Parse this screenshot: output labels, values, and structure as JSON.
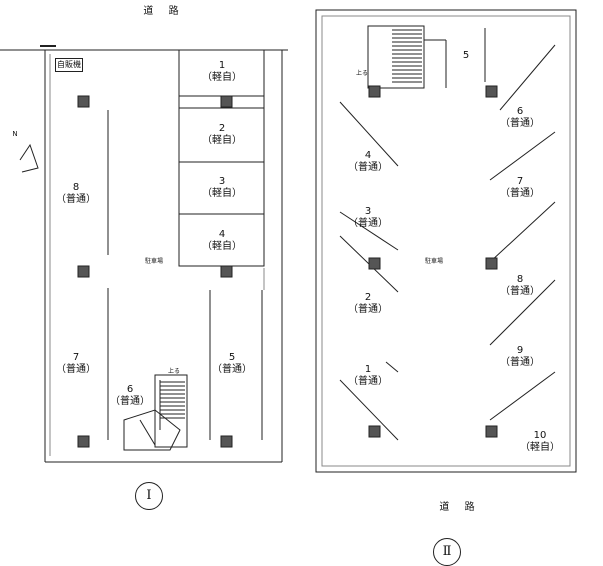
{
  "plan1": {
    "road": "道 路",
    "vending": "自販機",
    "lot_label": "駐車場",
    "stair_label": "上る",
    "roman": "Ⅰ",
    "spaces": [
      {
        "num": "1",
        "type": "（軽自）"
      },
      {
        "num": "2",
        "type": "（軽自）"
      },
      {
        "num": "3",
        "type": "（軽自）"
      },
      {
        "num": "4",
        "type": "（軽自）"
      },
      {
        "num": "5",
        "type": "（普通）"
      },
      {
        "num": "6",
        "type": "（普通）"
      },
      {
        "num": "7",
        "type": "（普通）"
      },
      {
        "num": "8",
        "type": "（普通）"
      }
    ],
    "north": "N"
  },
  "plan2": {
    "road": "道 路",
    "lot_label": "駐車場",
    "stair_label": "上る",
    "roman": "Ⅱ",
    "spaces": [
      {
        "num": "1",
        "type": "（普通）"
      },
      {
        "num": "2",
        "type": "（普通）"
      },
      {
        "num": "3",
        "type": "（普通）"
      },
      {
        "num": "4",
        "type": "（普通）"
      },
      {
        "num": "5",
        "type": ""
      },
      {
        "num": "6",
        "type": "（普通）"
      },
      {
        "num": "7",
        "type": "（普通）"
      },
      {
        "num": "8",
        "type": "（普通）"
      },
      {
        "num": "9",
        "type": "（普通）"
      },
      {
        "num": "10",
        "type": "（軽自）"
      }
    ]
  }
}
